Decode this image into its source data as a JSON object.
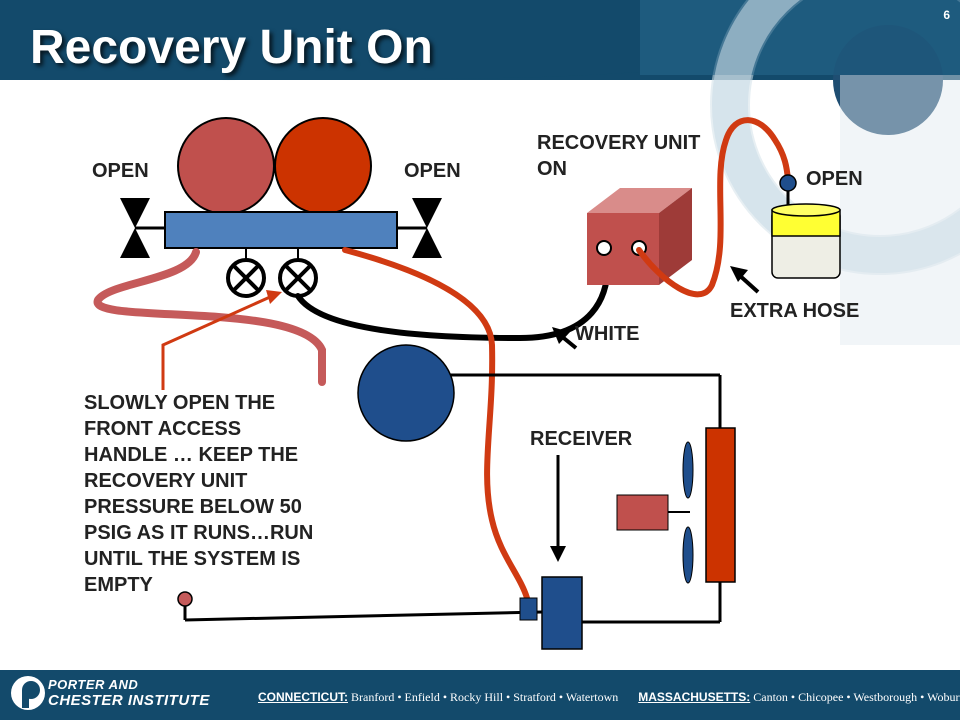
{
  "slide": {
    "title": "Recovery Unit On",
    "page_number": "6"
  },
  "labels": {
    "open_left": "OPEN",
    "open_right": "OPEN",
    "recovery_unit_line1": "RECOVERY UNIT",
    "recovery_unit_line2": "ON",
    "open_cylinder": "OPEN",
    "extra_hose": "EXTRA HOSE",
    "white": "WHITE",
    "receiver": "RECEIVER"
  },
  "instruction": {
    "lines": [
      "SLOWLY OPEN THE",
      "FRONT ACCESS",
      "HANDLE … KEEP THE",
      "RECOVERY UNIT",
      "PRESSURE BELOW 50",
      "PSIG AS IT RUNS…RUN",
      "UNTIL THE SYSTEM IS",
      "EMPTY"
    ]
  },
  "footer": {
    "brand_line1": "PORTER AND",
    "brand_line2": "CHESTER INSTITUTE",
    "ct_label": "CONNECTICUT:",
    "ct_towns": "Branford • Enfield • Rocky Hill • Stratford • Watertown",
    "ma_label": "MASSACHUSETTS:",
    "ma_towns": "Canton • Chicopee • Westborough • Woburn"
  },
  "colors": {
    "header_blue": "#134a6b",
    "red_hose": "#d03a12",
    "muted_red_hose": "#c55a5a",
    "manifold_blue": "#4f81bd",
    "dark_blue": "#1f4e8c",
    "recovery_box": "#c0504d",
    "cylinder_yellow": "#ffff33"
  }
}
